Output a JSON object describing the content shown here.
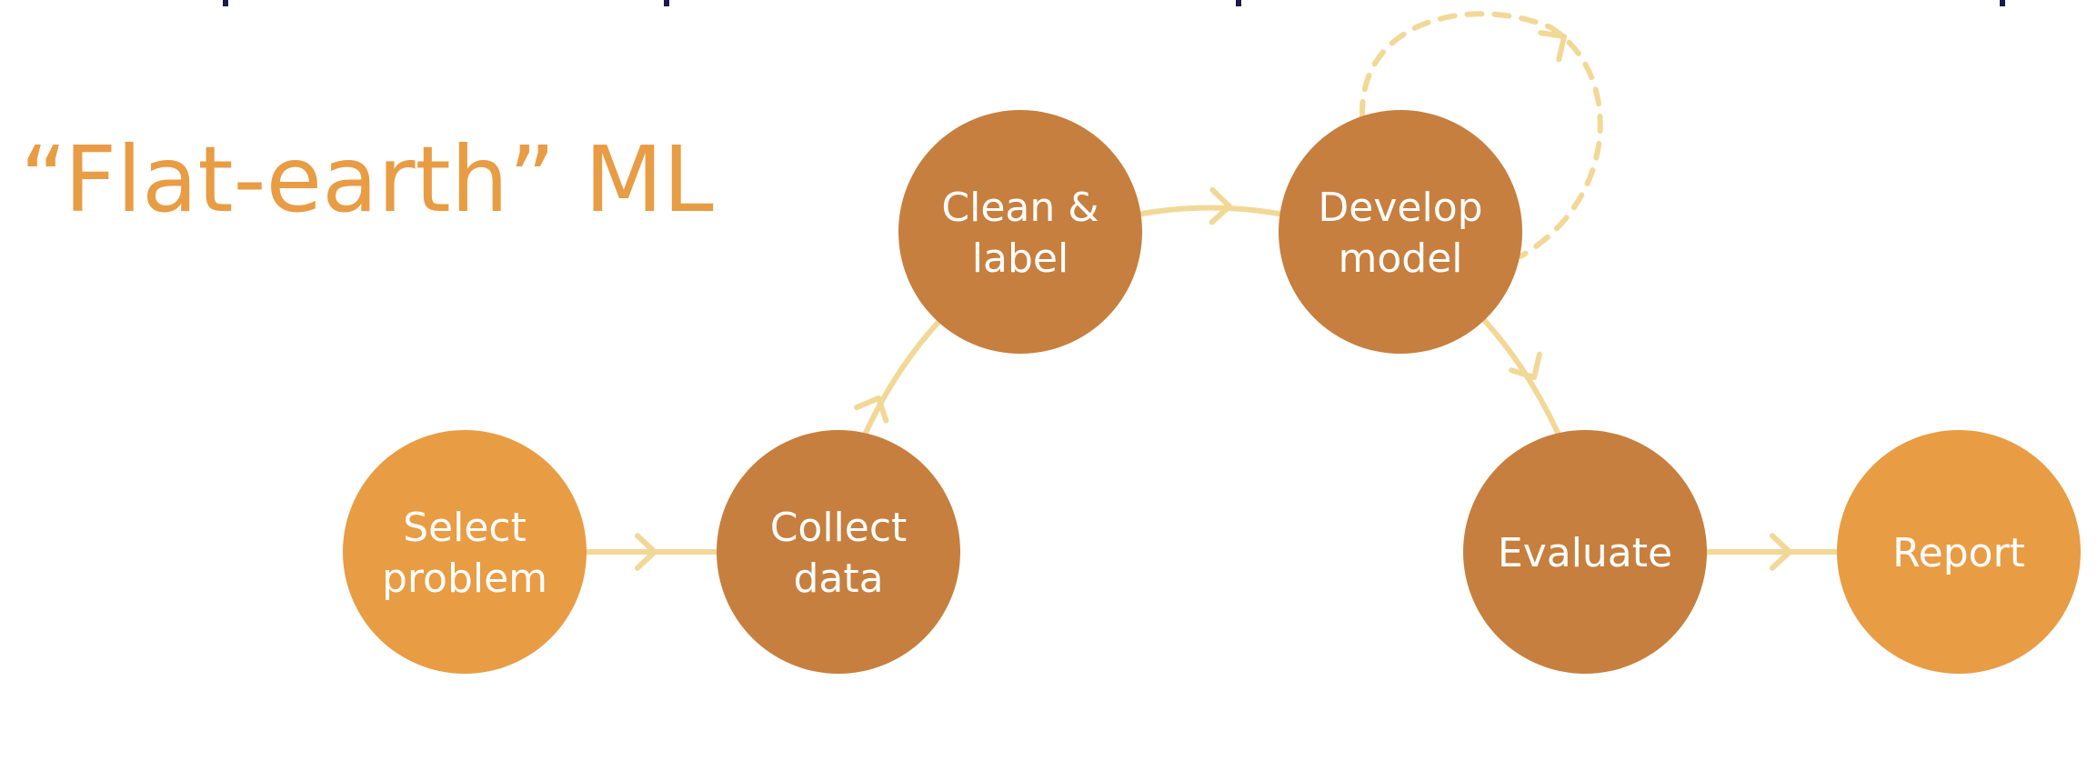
{
  "title": "“Flat-earth” ML",
  "colors": {
    "title": "#E89C44",
    "light_node": "#E89C44",
    "dark_node": "#C67F3E",
    "arrow": "#F2D897",
    "top_marks": "#1A1A4E",
    "label": "#FFFFFF"
  },
  "nodes": [
    {
      "id": "select-problem",
      "lines": [
        "Select",
        "problem"
      ],
      "style": "light"
    },
    {
      "id": "collect-data",
      "lines": [
        "Collect",
        "data"
      ],
      "style": "dark"
    },
    {
      "id": "clean-label",
      "lines": [
        "Clean &",
        "label"
      ],
      "style": "dark"
    },
    {
      "id": "develop-model",
      "lines": [
        "Develop",
        "model"
      ],
      "style": "dark"
    },
    {
      "id": "evaluate",
      "lines": [
        "Evaluate"
      ],
      "style": "dark"
    },
    {
      "id": "report",
      "lines": [
        "Report"
      ],
      "style": "light"
    }
  ],
  "edges": [
    {
      "from": "select-problem",
      "to": "collect-data"
    },
    {
      "from": "collect-data",
      "to": "clean-label"
    },
    {
      "from": "clean-label",
      "to": "develop-model"
    },
    {
      "from": "develop-model",
      "to": "develop-model",
      "style": "dashed-loop"
    },
    {
      "from": "develop-model",
      "to": "evaluate"
    },
    {
      "from": "evaluate",
      "to": "report"
    }
  ]
}
